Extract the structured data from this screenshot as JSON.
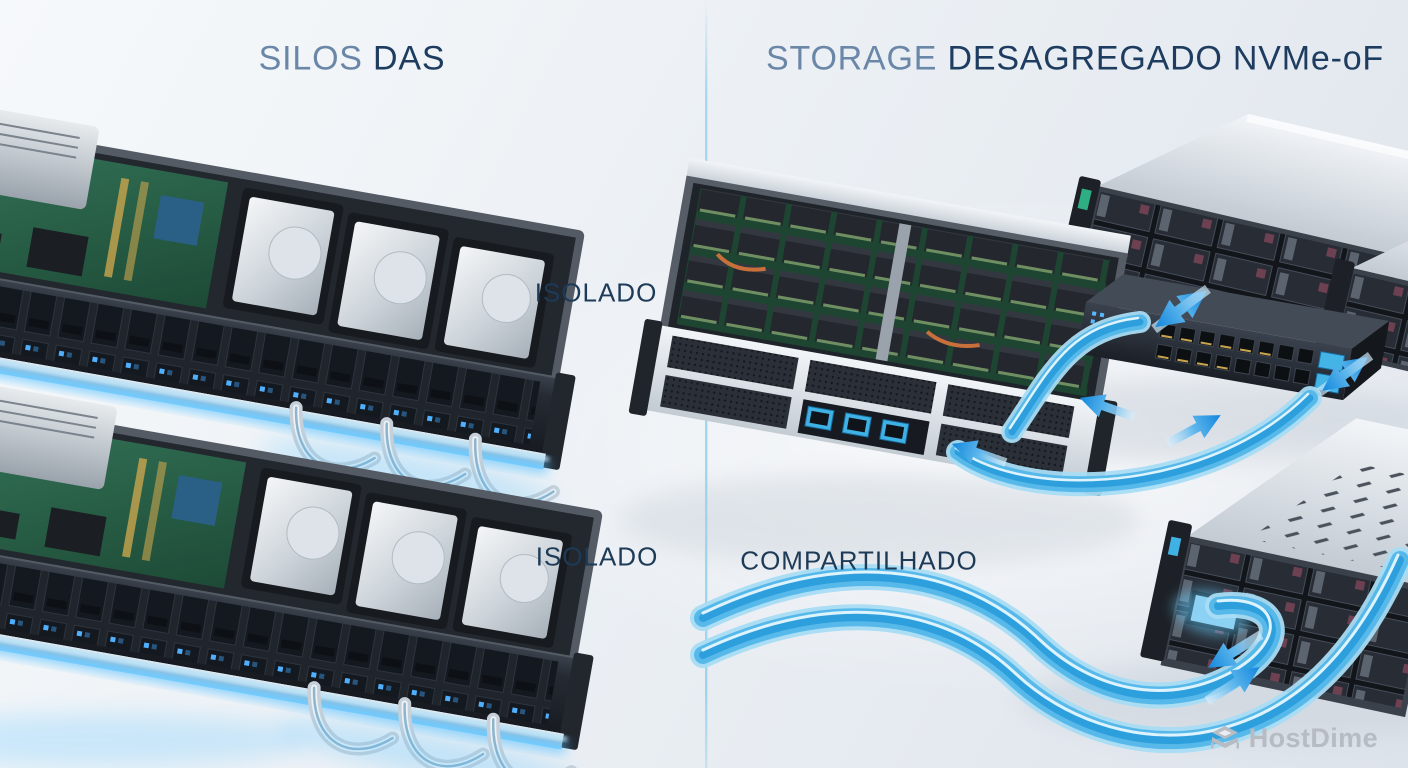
{
  "header": {
    "left_title": {
      "light": "SILOS",
      "dark": "DAS"
    },
    "right_title": {
      "light": "STORAGE",
      "dark": "DESAGREGADO NVMe-oF"
    }
  },
  "labels": {
    "isolado_top": "ISOLADO",
    "isolado_bottom": "ISOLADO",
    "compartilhado": "COMPARTILHADO"
  },
  "watermark": {
    "brand": "HostDime",
    "icon": "layer-stack-icon"
  },
  "colors": {
    "title_light": "#6b87a8",
    "title_dark": "#1d3c5f",
    "label_navy": "#1d3a57",
    "arrow_blue": "#1287dd",
    "cable_blue": "#54b7e8",
    "glow_cyan": "#55c0ff",
    "divider_blue": "#9ed6f0",
    "pcb_green": "#2e6b4f",
    "chassis_silver": "#d7dde3",
    "panel_dark": "#23272e",
    "watermark_gray": "#b7bbc2"
  }
}
